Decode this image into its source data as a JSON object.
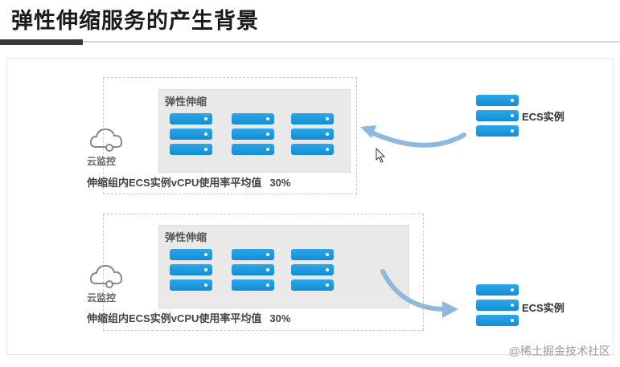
{
  "page": {
    "title": "弹性伸缩服务的产生背景"
  },
  "scenario_top": {
    "panel_title": "弹性伸缩",
    "cloud_label": "云监控",
    "metric_text": "伸缩组内ECS实例vCPU使用率平均值",
    "metric_value": "30%",
    "ecs_label": "ECS实例"
  },
  "scenario_bottom": {
    "panel_title": "弹性伸缩",
    "cloud_label": "云监控",
    "metric_text": "伸缩组内ECS实例vCPU使用率平均值",
    "metric_value": "30%",
    "ecs_label": "ECS实例"
  },
  "watermark": "@稀土掘金技术社区",
  "colors": {
    "server_blue": "#1a9ae0",
    "arrow_blue": "#8fb8dc",
    "panel_gray": "#e9e9e9"
  },
  "icons": [
    "cloud-monitor-icon",
    "server-icon",
    "mouse-cursor-icon"
  ]
}
